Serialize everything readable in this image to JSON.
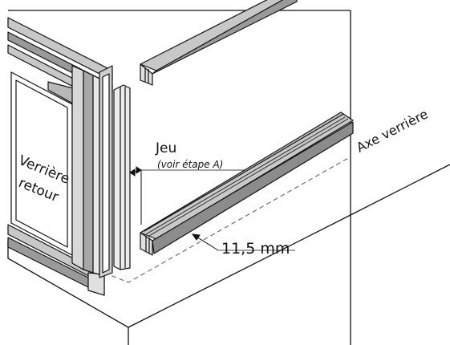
{
  "labels": {
    "verriere_retour_line1": "Verrière",
    "verriere_retour_line2": "retour",
    "jeu": "Jeu",
    "voir_etape": "(voir étape A)",
    "dimension": "11,5 mm",
    "axe_verriere": "Axe verrière"
  },
  "colors": {
    "line": "#111111",
    "profile_fill": "#c8c8c8",
    "profile_dark": "#8c8c8c",
    "wall_fill": "#ffffff",
    "dashed": "#555555"
  }
}
